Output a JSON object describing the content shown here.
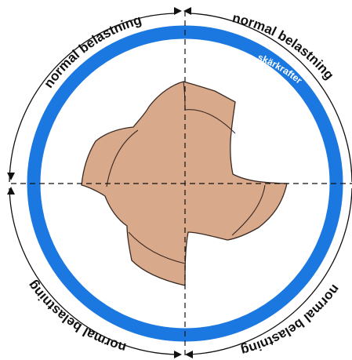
{
  "labels": {
    "top_left": "normal belastning",
    "top_right": "normal belastning",
    "bottom_left": "normal belastning",
    "bottom_right": "normal belastning",
    "ring": "skärkrafter"
  },
  "colors": {
    "ring": "#1a78e0",
    "cutter_fill": "#d9a98c",
    "cutter_stroke": "#3a2a22",
    "lines": "#111111",
    "background": "#ffffff"
  }
}
